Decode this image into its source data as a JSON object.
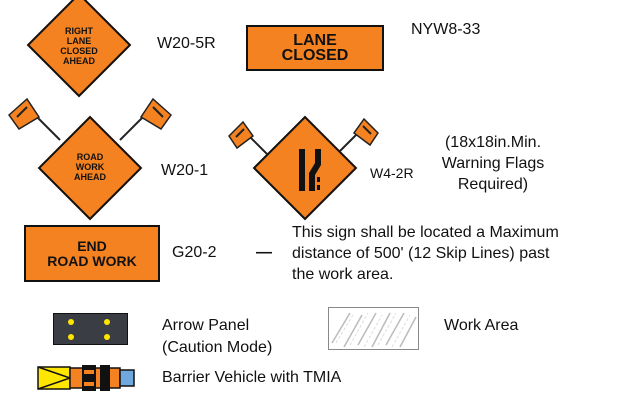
{
  "signs": [
    {
      "id": "right-lane-closed-ahead",
      "text": [
        "RIGHT",
        "LANE",
        "CLOSED",
        "AHEAD"
      ],
      "code": "W20-5R"
    },
    {
      "id": "lane-closed",
      "text": [
        "LANE",
        "CLOSED"
      ],
      "code": "NYW8-33"
    },
    {
      "id": "road-work-ahead",
      "text": [
        "ROAD",
        "WORK",
        "AHEAD"
      ],
      "code": "W20-1"
    },
    {
      "id": "lane-shift",
      "code": "W4-2R"
    },
    {
      "id": "end-road-work",
      "text": [
        "END",
        "ROAD WORK"
      ],
      "code": "G20-2"
    }
  ],
  "flags_note": [
    "(18x18in.Min.",
    "Warning Flags",
    "Required)"
  ],
  "g20_dash": "—",
  "g20_note": [
    "This sign shall be located a Maximum",
    "distance of 500' (12 Skip Lines) past",
    "the work area."
  ],
  "legend": {
    "arrow_panel": [
      "Arrow Panel",
      "(Caution Mode)"
    ],
    "work_area": "Work Area",
    "barrier_vehicle": "Barrier Vehicle with TMIA"
  },
  "colors": {
    "sign_orange": "#f58220",
    "arrow_panel": "#3a3d44",
    "lamp_yellow": "#ffe600",
    "vehicle_yellow": "#ffe600"
  },
  "icons": [
    "warning-flag-icon",
    "lane-shift-icon",
    "arrow-panel-icon",
    "work-area-icon",
    "barrier-vehicle-icon"
  ]
}
